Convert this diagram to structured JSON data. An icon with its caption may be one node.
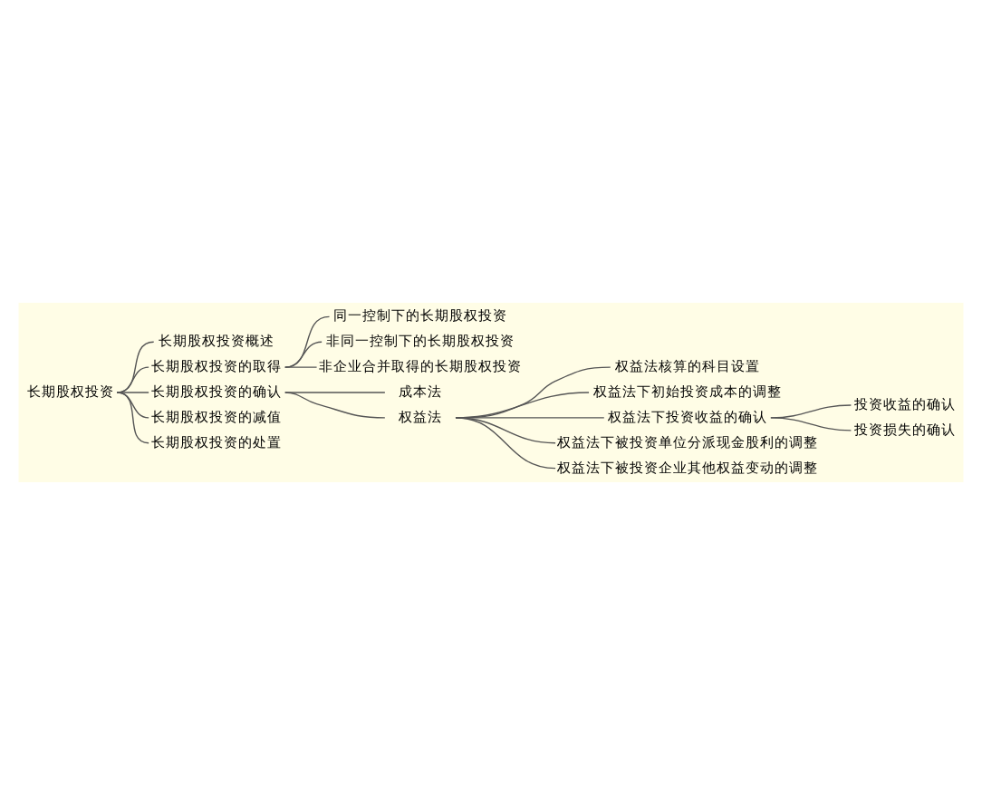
{
  "diagram": {
    "nodes": [
      {
        "text": [
          "长期股权投资"
        ]
      },
      {
        "text": [
          "长期股权投资概述"
        ]
      },
      {
        "text": [
          "长期股权投资的取得"
        ]
      },
      {
        "text": [
          "同一控制下的长期股权投资"
        ]
      },
      {
        "text": [
          "非同一控制下的长期股权投资"
        ]
      },
      {
        "text": [
          "非企业合并取得的长期股权投资"
        ]
      },
      {
        "text": [
          "长期股权投资的确认"
        ]
      },
      {
        "text": [
          "成本法"
        ]
      },
      {
        "text": [
          "权益法"
        ]
      },
      {
        "text": [
          "权益法核算的科目设置"
        ]
      },
      {
        "text": [
          "权益法下初始投资成本的调整"
        ]
      },
      {
        "text": [
          "权益法下投资收益的确认"
        ]
      },
      {
        "text": [
          "投资收益的确认"
        ]
      },
      {
        "text": [
          "投资损失的确认"
        ]
      },
      {
        "text": [
          "权益法下被投资单位分派现金股利的调整"
        ]
      },
      {
        "text": [
          "权益法下被投资企业其他权益变动的调整"
        ]
      },
      {
        "text": [
          "长期股权投资的减值"
        ]
      },
      {
        "text": [
          "长期股权投资的处置"
        ]
      }
    ],
    "edges": [
      {
        "from": 0,
        "to": 1,
        "arrow": "none"
      },
      {
        "from": 0,
        "to": 2,
        "arrow": "none"
      },
      {
        "from": 2,
        "to": 3,
        "arrow": "none"
      },
      {
        "from": 2,
        "to": 4,
        "arrow": "none"
      },
      {
        "from": 2,
        "to": 5,
        "arrow": "none"
      },
      {
        "from": 0,
        "to": 6,
        "arrow": "none"
      },
      {
        "from": 6,
        "to": 7,
        "arrow": "none"
      },
      {
        "from": 6,
        "to": 8,
        "arrow": "none"
      },
      {
        "from": 8,
        "to": 9,
        "arrow": "none"
      },
      {
        "from": 8,
        "to": 10,
        "arrow": "none"
      },
      {
        "from": 8,
        "to": 11,
        "arrow": "none"
      },
      {
        "from": 11,
        "to": 12,
        "arrow": "none"
      },
      {
        "from": 11,
        "to": 13,
        "arrow": "none"
      },
      {
        "from": 8,
        "to": 14,
        "arrow": "none"
      },
      {
        "from": 8,
        "to": 15,
        "arrow": "none"
      },
      {
        "from": 0,
        "to": 16,
        "arrow": "none"
      },
      {
        "from": 0,
        "to": 17,
        "arrow": "none"
      }
    ]
  }
}
